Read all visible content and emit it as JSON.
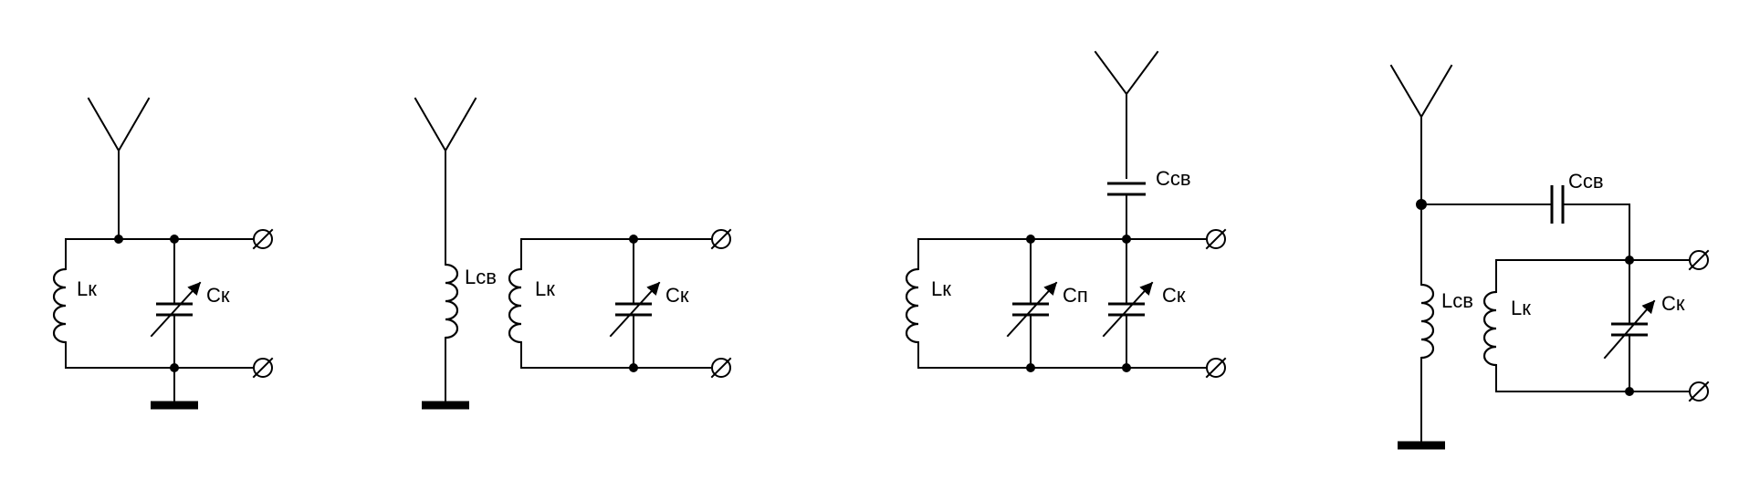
{
  "labels": {
    "c1": {
      "lk": "Lк",
      "ck": "Cк"
    },
    "c2": {
      "lsv": "Lсв",
      "lk": "Lк",
      "ck": "Cк"
    },
    "c3": {
      "csv": "Cсв",
      "lk": "Lк",
      "cp": "Cп",
      "ck": "Cк"
    },
    "c4": {
      "csv": "Cсв",
      "lsv": "Lсв",
      "lk": "Lк",
      "ck": "Cк"
    }
  },
  "colors": {
    "stroke": "#000000",
    "background": "#ffffff"
  }
}
